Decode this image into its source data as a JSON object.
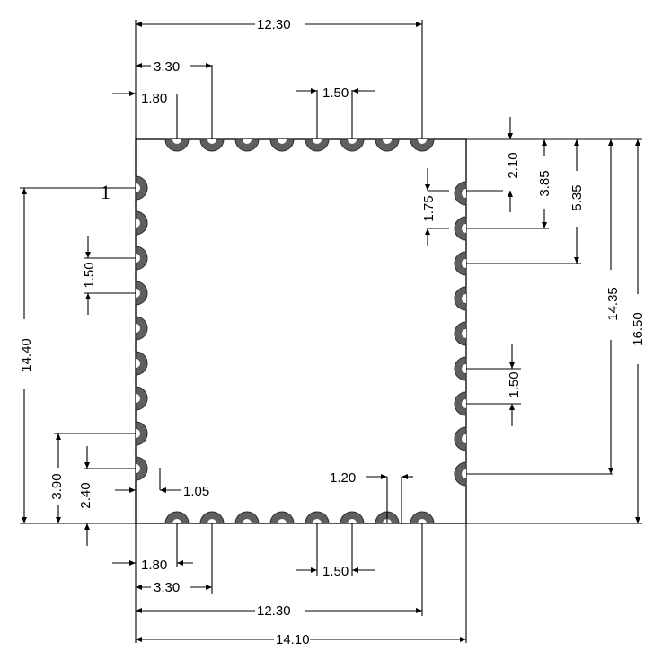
{
  "colors": {
    "line": "#000000",
    "pad": "#5f5f5f",
    "pad_edge": "#2c2c2c",
    "background": "#ffffff"
  },
  "pin1_marker": "1",
  "pads": {
    "top_count": 8,
    "left_count": 9,
    "right_count": 9,
    "bottom_count": 8
  },
  "dimensions": {
    "top_overall": "12.30",
    "top_3_30": "3.30",
    "top_1_80": "1.80",
    "top_pitch": "1.50",
    "right_2_10": "2.10",
    "right_3_85": "3.85",
    "right_5_35": "5.35",
    "right_1_75": "1.75",
    "right_14_35": "14.35",
    "right_16_50": "16.50",
    "right_pitch": "1.50",
    "left_14_40": "14.40",
    "left_pitch": "1.50",
    "left_3_90": "3.90",
    "left_2_40": "2.40",
    "left_1_05": "1.05",
    "bottom_1_20": "1.20",
    "bottom_1_80": "1.80",
    "bottom_3_30": "3.30",
    "bottom_pitch": "1.50",
    "bottom_12_30": "12.30",
    "bottom_14_10": "14.10"
  }
}
